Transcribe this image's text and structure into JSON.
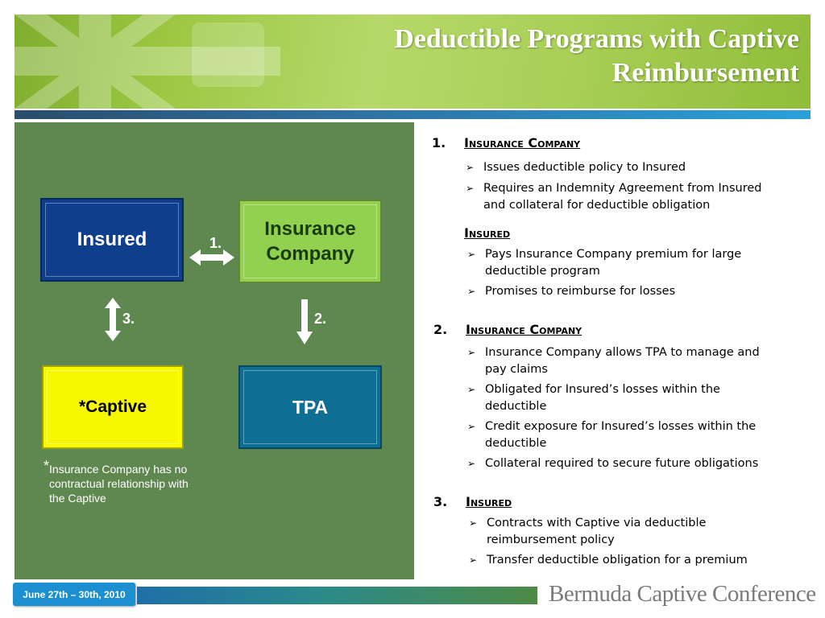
{
  "header": {
    "title_line1": "Deductible Programs with Captive",
    "title_line2": "Reimbursement"
  },
  "diagram": {
    "insured": "Insured",
    "company_line1": "Insurance",
    "company_line2": "Company",
    "captive": "*Captive",
    "tpa": "TPA",
    "label_1": "1.",
    "label_2": "2.",
    "label_3": "3.",
    "footnote_star": "*",
    "footnote_text": "Insurance Company has no contractual relationship with the Captive"
  },
  "sections": [
    {
      "number": "1.",
      "title": "Insurance Company",
      "bullets": [
        "Issues deductible policy to Insured",
        "Requires an Indemnity Agreement from Insured and collateral for deductible obligation"
      ],
      "subtitle": "Insured",
      "sub_bullets": [
        "Pays Insurance Company premium for large deductible program",
        "Promises to reimburse for losses"
      ]
    },
    {
      "number": "2.",
      "title": "Insurance Company",
      "bullets": [
        "Insurance Company allows TPA to manage and pay claims",
        "Obligated for Insured’s losses within the deductible",
        "Credit exposure for Insured’s losses within the deductible",
        "Collateral required to secure future obligations"
      ]
    },
    {
      "number": "3.",
      "title": "Insured",
      "bullets": [
        "Contracts with Captive via deductible reimbursement policy",
        "Transfer deductible obligation for a premium"
      ]
    }
  ],
  "footer": {
    "date": "June 27th – 30th, 2010",
    "brand": "Bermuda Captive Conference"
  },
  "colors": {
    "insured_box": "#0f3f8c",
    "company_box": "#92d050",
    "captive_box": "#f7f700",
    "tpa_box": "#0f6e93",
    "diagram_bg": "#5f8750"
  },
  "icons": {
    "bullet": "arrowhead-bullet-icon",
    "arrows": [
      "double-arrow-horizontal-icon",
      "double-arrow-vertical-icon",
      "down-arrow-icon"
    ]
  }
}
